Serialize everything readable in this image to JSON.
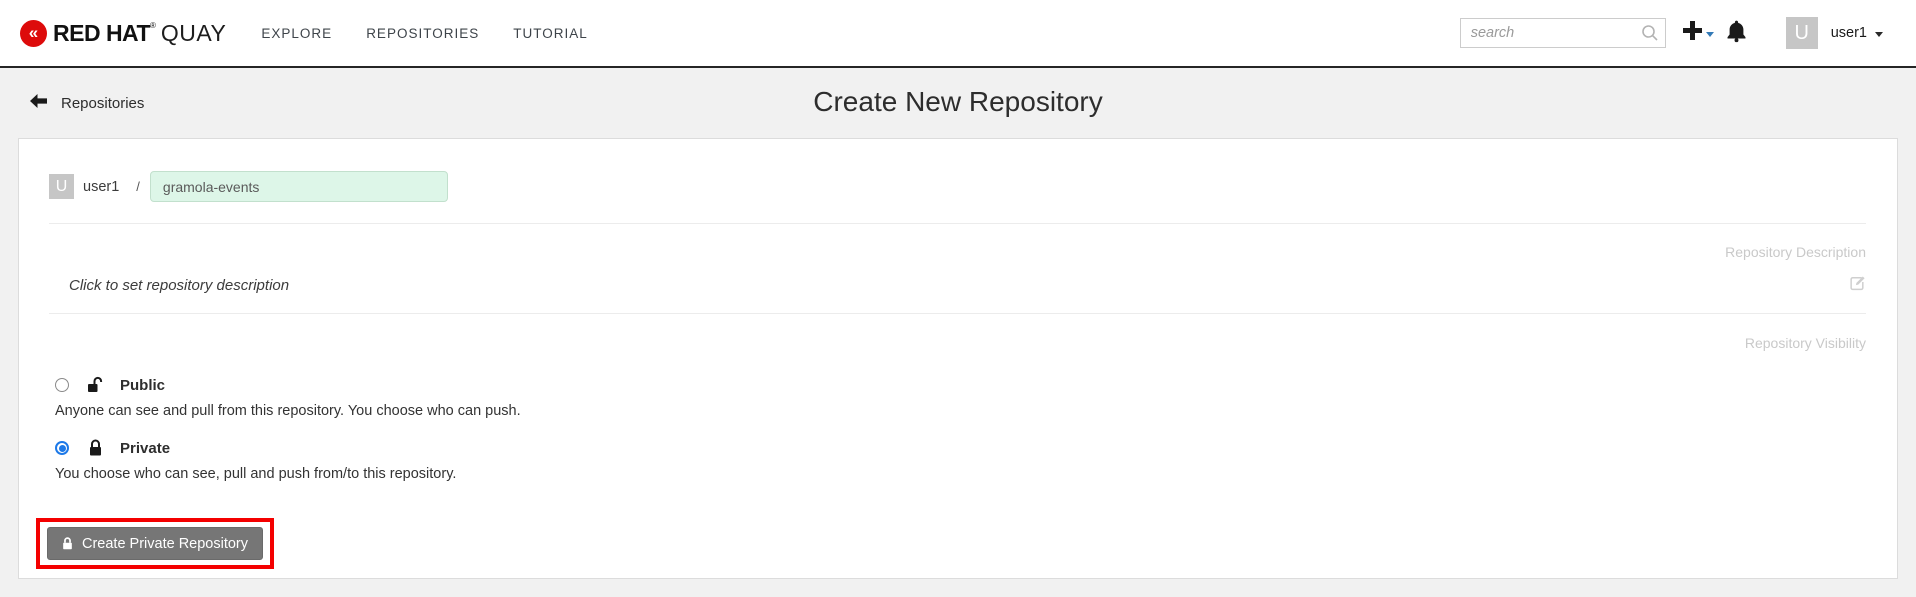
{
  "header": {
    "brand": {
      "red_hat": "RED HAT",
      "registered": "®",
      "quay": "QUAY",
      "logo_mark": "«"
    },
    "nav": [
      {
        "label": "EXPLORE"
      },
      {
        "label": "REPOSITORIES"
      },
      {
        "label": "TUTORIAL"
      }
    ],
    "search_placeholder": "search",
    "user": {
      "name": "user1",
      "avatar_letter": "U"
    }
  },
  "breadcrumb": {
    "back_label": "Repositories"
  },
  "page": {
    "title": "Create New Repository"
  },
  "form": {
    "namespace": {
      "avatar_letter": "U",
      "username": "user1",
      "separator": "/"
    },
    "repo_name": {
      "value": "gramola-events"
    },
    "description": {
      "label": "Repository Description",
      "placeholder": "Click to set repository description"
    },
    "visibility": {
      "label": "Repository Visibility",
      "options": [
        {
          "label": "Public",
          "description": "Anyone can see and pull from this repository. You choose who can push.",
          "selected": false
        },
        {
          "label": "Private",
          "description": "You choose who can see, pull and push from/to this repository.",
          "selected": true
        }
      ]
    },
    "submit": {
      "label": "Create Private Repository"
    }
  },
  "colors": {
    "annotation_red": "#f40000",
    "navbar_border": "#252525",
    "input_highlight": "#ddf6e8",
    "radio_selected_blue": "#1d79e8",
    "brand_red": "#dd0b0b"
  }
}
